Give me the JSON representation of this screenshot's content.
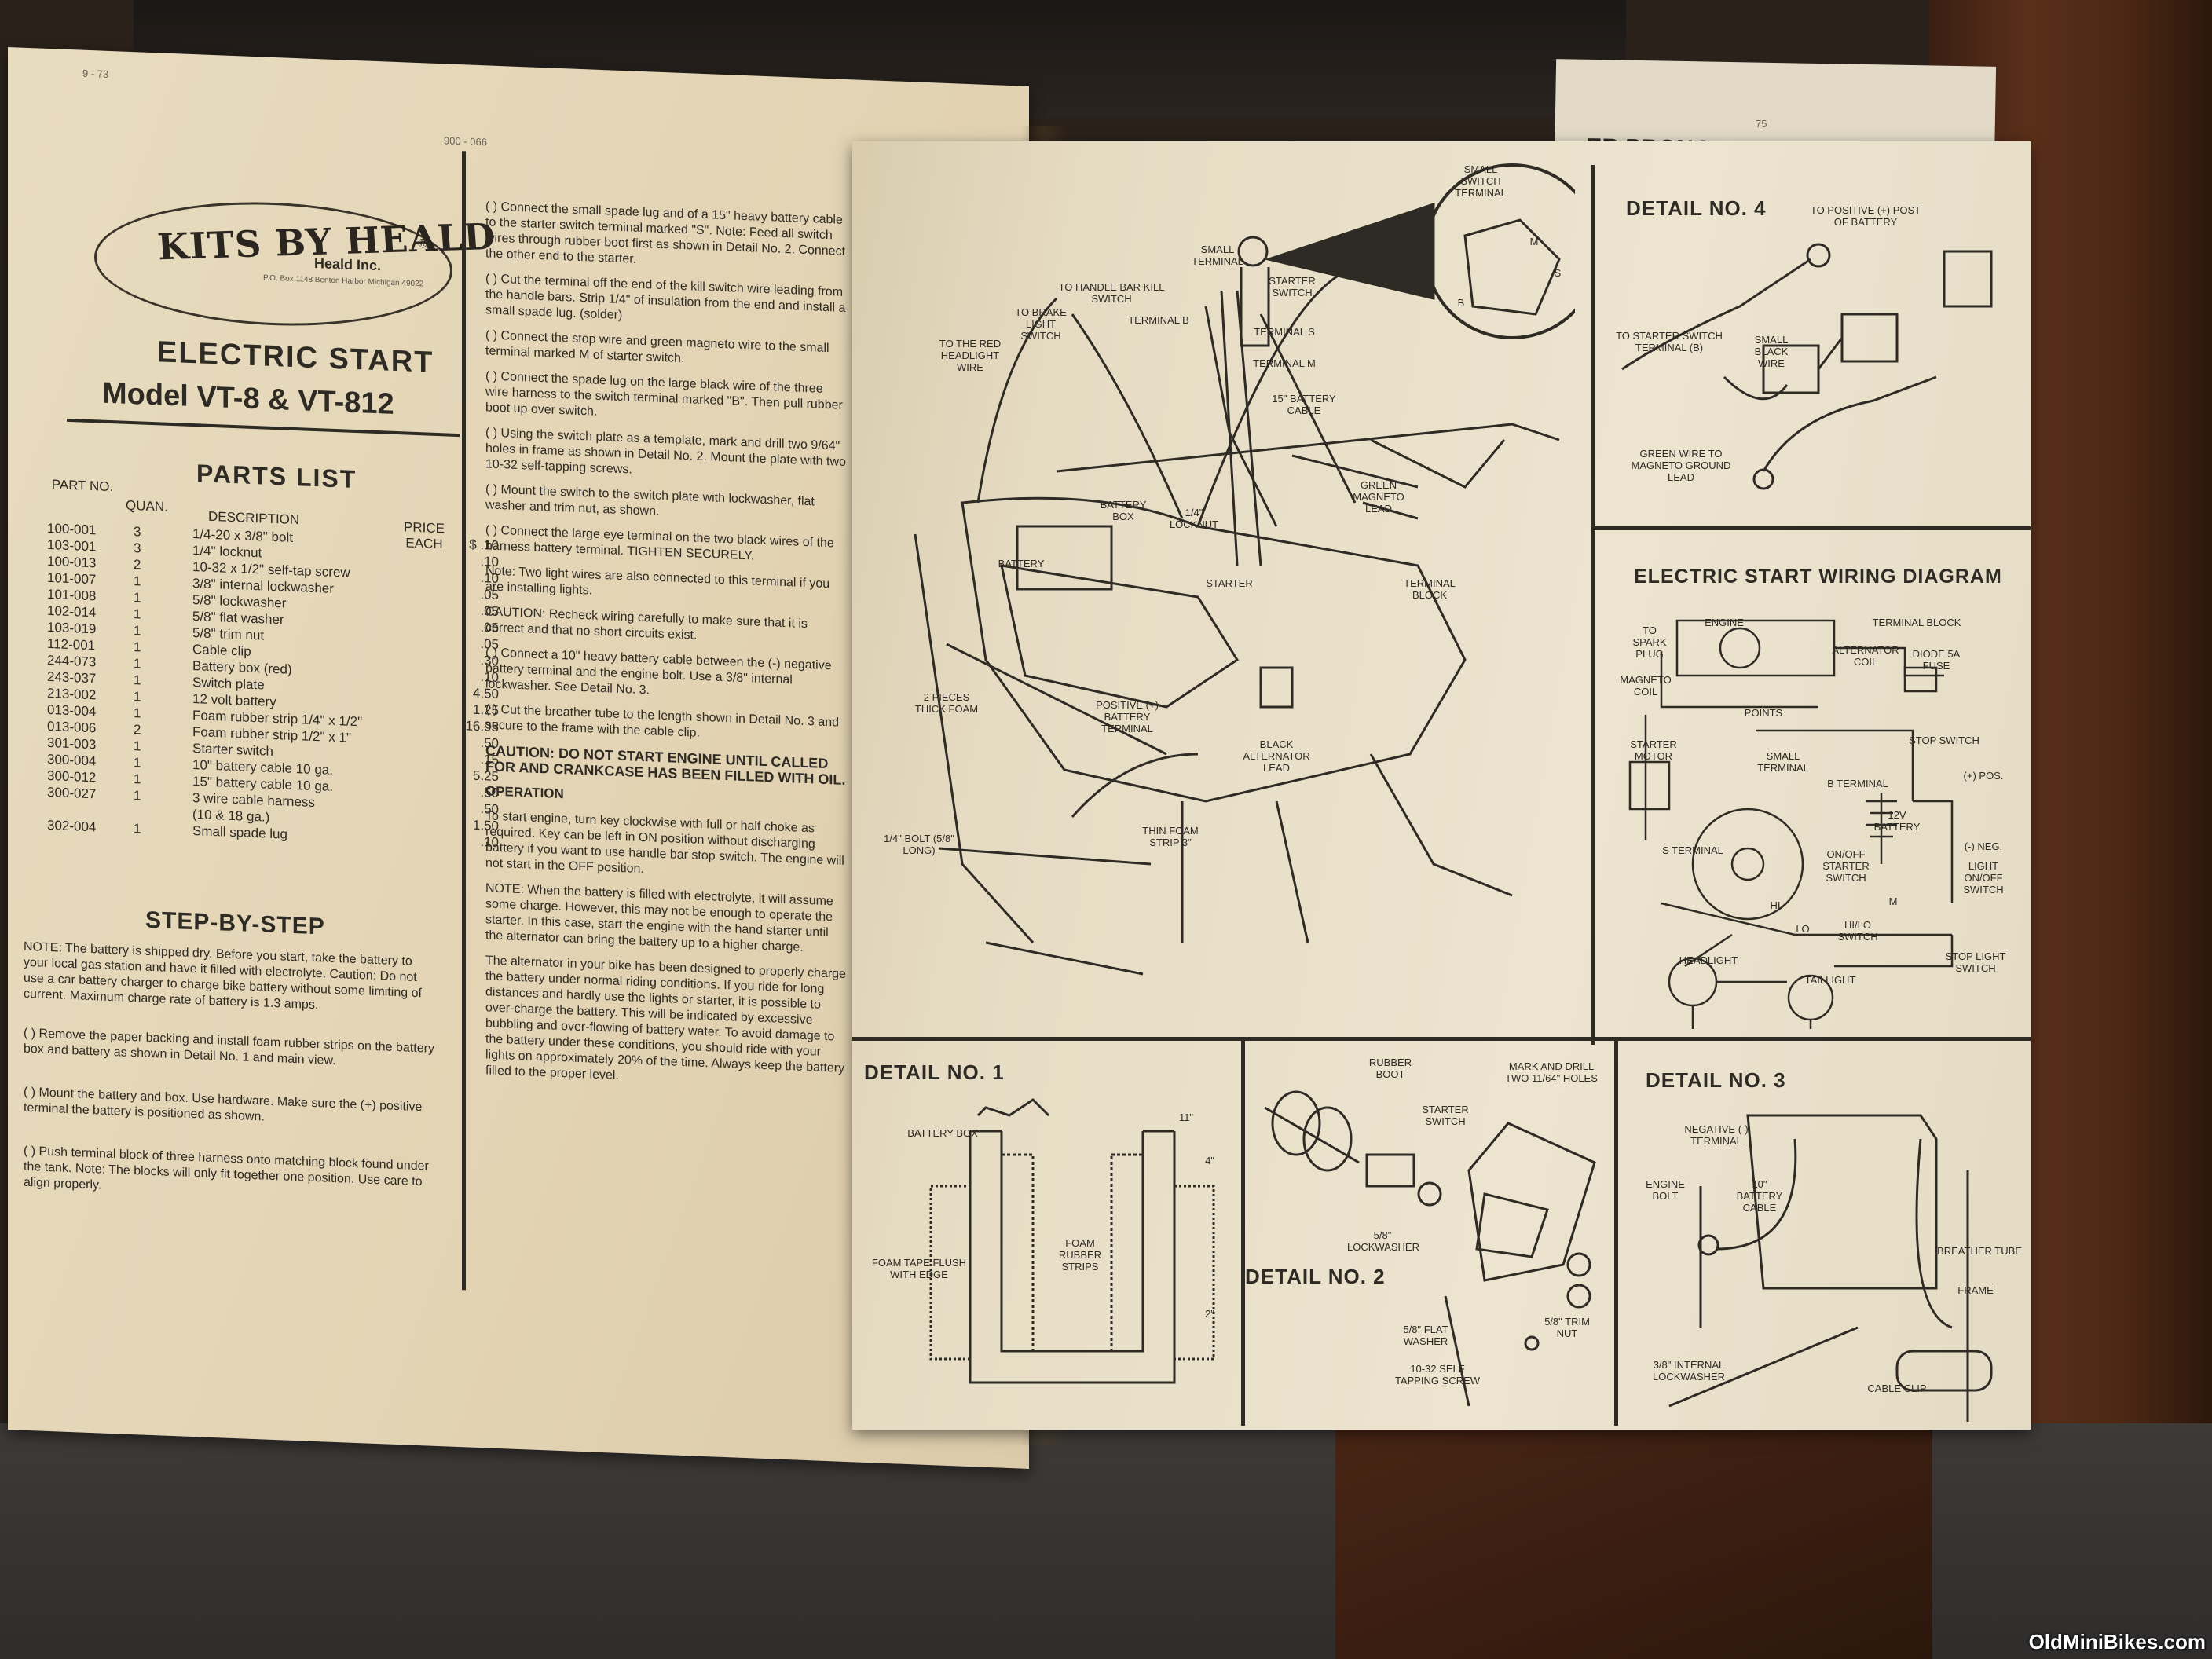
{
  "page_numbers": {
    "left_top": "9 - 73",
    "left_code": "900 - 066",
    "right_top": "75"
  },
  "logo": {
    "word": "KITS BY HEALD",
    "company": "Heald Inc.",
    "address": "P.O. Box 1148   Benton Harbor Michigan 49022",
    "reg": "®"
  },
  "header": {
    "title": "ELECTRIC START",
    "model": "Model VT-8 & VT-812"
  },
  "parts_list": {
    "title": "PARTS LIST",
    "columns": {
      "part_no": "PART NO.",
      "qty": "QUAN.",
      "desc": "DESCRIPTION",
      "price": "PRICE EACH"
    },
    "rows": [
      [
        "100-001",
        "3",
        "1/4-20 x 3/8\" bolt",
        "$   .10"
      ],
      [
        "103-001",
        "3",
        "1/4\" locknut",
        ".10"
      ],
      [
        "100-013",
        "2",
        "10-32 x 1/2\" self-tap screw",
        ".10"
      ],
      [
        "101-007",
        "1",
        "3/8\" internal lockwasher",
        ".05"
      ],
      [
        "101-008",
        "1",
        "5/8\" lockwasher",
        ".05"
      ],
      [
        "102-014",
        "1",
        "5/8\" flat washer",
        ".05"
      ],
      [
        "103-019",
        "1",
        "5/8\" trim nut",
        ".05"
      ],
      [
        "112-001",
        "1",
        "Cable clip",
        ".30"
      ],
      [
        "244-073",
        "1",
        "Battery box (red)",
        ".10"
      ],
      [
        "243-037",
        "1",
        "Switch plate",
        "4.50"
      ],
      [
        "213-002",
        "1",
        "12 volt battery",
        "1.25"
      ],
      [
        "013-004",
        "1",
        "Foam rubber strip 1/4\" x 1/2\"",
        "16.95"
      ],
      [
        "013-006",
        "2",
        "Foam rubber strip 1/2\" x 1\"",
        ".50"
      ],
      [
        "301-003",
        "1",
        "Starter switch",
        ".15"
      ],
      [
        "300-004",
        "1",
        "10\" battery cable 10 ga.",
        "5.25"
      ],
      [
        "300-012",
        "1",
        "15\" battery cable 10 ga.",
        ".50"
      ],
      [
        "300-027",
        "1",
        "3 wire cable harness",
        ".50"
      ],
      [
        "",
        "",
        "(10 & 18 ga.)",
        "1.50"
      ],
      [
        "302-004",
        "1",
        "Small spade lug",
        ".10"
      ]
    ]
  },
  "step_by_step": {
    "title": "STEP-BY-STEP",
    "note": "NOTE: The battery is shipped dry. Before you start, take the battery to your local gas station and have it filled with electrolyte. Caution: Do not use a car battery charger to charge bike battery without some limiting of current. Maximum charge rate of battery is 1.3 amps.",
    "steps_left": [
      "( )  Remove the paper backing and install foam rubber strips on the battery box and battery as shown in Detail No. 1 and main view.",
      "( )  Mount the battery and box. Use hardware. Make sure the (+) positive terminal the battery is positioned as shown.",
      "( )  Push terminal block of three harness onto matching block found under the tank. Note: The blocks will only fit together one position. Use care to align properly."
    ],
    "steps_right": [
      "( )  Connect the small spade lug and of a 15\" heavy battery cable to the starter switch terminal marked \"S\". Note: Feed all switch wires through rubber boot first as shown in Detail No. 2. Connect the other end to the starter.",
      "( )  Cut the terminal off the end of the kill switch wire leading from the handle bars. Strip 1/4\" of insulation from the end and install a small spade lug. (solder)",
      "( )  Connect the stop wire and green magneto wire to the small terminal marked M of starter switch.",
      "( )  Connect the spade lug on the large black wire of the three wire harness to the switch terminal marked \"B\". Then pull rubber boot up over switch.",
      "( )  Using the switch plate as a template, mark and drill two 9/64\" holes in frame as shown in Detail No. 2. Mount the plate with two 10-32 self-tapping screws.",
      "( )  Mount the switch to the switch plate with lockwasher, flat washer and trim nut, as shown.",
      "( )  Connect the large eye terminal on the two black wires of the harness battery terminal. TIGHTEN SECURELY.",
      "Note: Two light wires are also connected to this terminal if you are installing lights.",
      "CAUTION: Recheck wiring carefully to make sure that it is correct and that no short circuits exist.",
      "( )  Connect a 10\" heavy battery cable between the (-) negative battery terminal and the engine bolt. Use a 3/8\" internal lockwasher. See Detail No. 3.",
      "( )  Cut the breather tube to the length shown in Detail No. 3 and secure to the frame with the cable clip."
    ],
    "caution_oil": "CAUTION: DO NOT START ENGINE UNTIL CALLED FOR AND CRANKCASE HAS BEEN FILLED WITH OIL.",
    "operation_title": "OPERATION",
    "operation": "To start engine, turn key clockwise with full or half choke as required. Key can be left in ON position without discharging battery if you want to use handle bar stop switch. The engine will not start in the OFF position.",
    "note2": "NOTE: When the battery is filled with electrolyte, it will assume some charge. However, this may not be enough to operate the starter. In this case, start the engine with the hand starter until the alternator can bring the battery up to a higher charge.",
    "alternator": "The alternator in your bike has been designed to properly charge the battery under normal riding conditions. If you ride for long distances and hardly use the lights or starter, it is possible to over-charge the battery. This will be indicated by excessive bubbling and over-flowing of battery water. To avoid damage to the battery under these conditions, you should ride with your lights on approximately 20% of the time. Always keep the battery filled to the proper level."
  },
  "main_view_labels": {
    "small_terminal": "SMALL TERMINAL",
    "starter_switch": "STARTER SWITCH",
    "handle_bar": "TO HANDLE BAR KILL SWITCH",
    "brake_light": "TO BRAKE LIGHT SWITCH",
    "red_headlight": "TO THE RED HEADLIGHT WIRE",
    "terminal_b": "TERMINAL B",
    "terminal_s": "TERMINAL S",
    "terminal_m": "TERMINAL M",
    "battery_cable": "15\" BATTERY CABLE",
    "green_magneto": "GREEN MAGNETO LEAD",
    "battery_box": "BATTERY BOX",
    "locknut": "1/4\" LOCKNUT",
    "battery": "BATTERY",
    "starter": "STARTER",
    "terminal_block": "TERMINAL BLOCK",
    "two_pieces": "2 PIECES THICK FOAM",
    "positive": "POSITIVE (+) BATTERY TERMINAL",
    "black_alt": "BLACK ALTERNATOR LEAD",
    "bolt": "1/4\" BOLT (5/8\" LONG)",
    "thin_foam": "THIN FOAM STRIP 3\"",
    "inset": "SMALL SWITCH TERMINAL",
    "inset_m": "M",
    "inset_s": "S",
    "inset_b": "B"
  },
  "detail4": {
    "title": "DETAIL NO. 4",
    "pos_post": "TO POSITIVE (+) POST OF BATTERY",
    "starter_term": "TO STARTER SWITCH TERMINAL (B)",
    "small_black": "SMALL BLACK WIRE",
    "green_wire": "GREEN WIRE TO MAGNETO GROUND LEAD"
  },
  "wiring": {
    "title": "ELECTRIC START WIRING DIAGRAM",
    "spark": "TO SPARK PLUG",
    "engine": "ENGINE",
    "terminal_block": "TERMINAL BLOCK",
    "alt_coil": "ALTERNATOR COIL",
    "diode": "DIODE 5A FUSE",
    "magneto": "MAGNETO COIL",
    "points": "POINTS",
    "starter_motor": "STARTER MOTOR",
    "small_terminal": "SMALL TERMINAL",
    "stop_switch": "STOP SWITCH",
    "b_terminal": "B TERMINAL",
    "battery": "12V BATTERY",
    "pos": "(+) POS.",
    "neg": "(-) NEG.",
    "light_onoff": "LIGHT ON/OFF SWITCH",
    "s_terminal": "S TERMINAL",
    "onoff_starter": "ON/OFF STARTER SWITCH",
    "m": "M",
    "hilo": "HI/LO SWITCH",
    "hi": "HI",
    "lo": "LO",
    "headlight": "HEADLIGHT",
    "taillight": "TAILLIGHT",
    "stoplight": "STOP LIGHT SWITCH"
  },
  "detail1": {
    "title": "DETAIL NO. 1",
    "battery_box": "BATTERY BOX",
    "foam_tape": "FOAM TAPE FLUSH WITH EDGE",
    "foam_rubber": "FOAM RUBBER STRIPS",
    "dim11": "11\"",
    "dim4": "4\"",
    "dim2": "2\""
  },
  "detail2": {
    "title": "DETAIL NO. 2",
    "rubber_boot": "RUBBER BOOT",
    "mark_drill": "MARK AND DRILL TWO 11/64\" HOLES",
    "starter_switch": "STARTER SWITCH",
    "lockwasher": "5/8\" LOCKWASHER",
    "flat_washer": "5/8\" FLAT WASHER",
    "trim_nut": "5/8\" TRIM NUT",
    "screw": "10-32 SELF TAPPING SCREW"
  },
  "detail3": {
    "title": "DETAIL NO. 3",
    "negative": "NEGATIVE (-) TERMINAL",
    "engine_bolt": "ENGINE BOLT",
    "cable": "10\" BATTERY CABLE",
    "breather": "BREATHER TUBE",
    "frame": "FRAME",
    "lockwasher": "3/8\" INTERNAL LOCKWASHER",
    "cable_clip": "CABLE CLIP"
  },
  "back_sheet_text": "ER PRONG",
  "watermark": "OldMiniBikes.com"
}
